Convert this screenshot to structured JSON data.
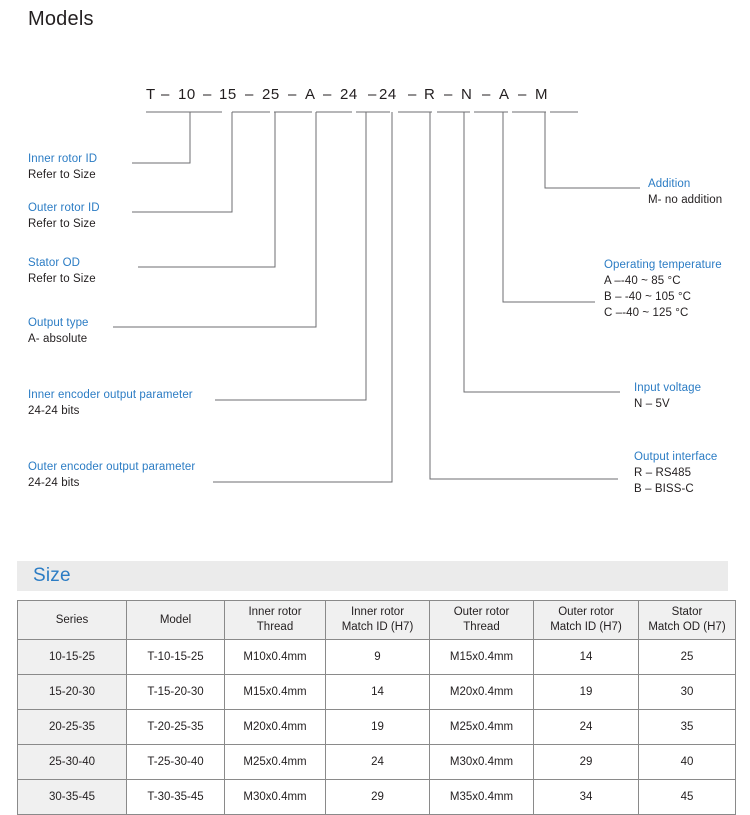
{
  "sections": {
    "models_heading": "Models",
    "size_heading": "Size"
  },
  "model_code": {
    "segments": [
      "T",
      "10",
      "15",
      "25",
      "A",
      "24",
      "24",
      "R",
      "N",
      "A",
      "M"
    ],
    "separator": "–"
  },
  "callouts_left": [
    {
      "id": "inner-rotor-id",
      "title": "Inner rotor ID",
      "sub": [
        "Refer to Size"
      ]
    },
    {
      "id": "outer-rotor-id",
      "title": "Outer rotor ID",
      "sub": [
        "Refer to Size"
      ]
    },
    {
      "id": "stator-od",
      "title": "Stator OD",
      "sub": [
        "Refer to Size"
      ]
    },
    {
      "id": "output-type",
      "title": "Output type",
      "sub": [
        "A- absolute"
      ]
    },
    {
      "id": "inner-encoder-output-parameter",
      "title": "Inner encoder output parameter",
      "sub": [
        "24-24 bits"
      ]
    },
    {
      "id": "outer-encoder-output-parameter",
      "title": "Outer encoder output parameter",
      "sub": [
        "24-24 bits"
      ]
    }
  ],
  "callouts_right": [
    {
      "id": "addition",
      "title": "Addition",
      "sub": [
        "M- no addition"
      ]
    },
    {
      "id": "operating-temperature",
      "title": "Operating temperature",
      "sub": [
        "A –-40 ~ 85 °C",
        "B – -40 ~ 105 °C",
        "C –-40 ~ 125 °C"
      ]
    },
    {
      "id": "input-voltage",
      "title": "Input voltage",
      "sub": [
        "N – 5V"
      ]
    },
    {
      "id": "output-interface",
      "title": "Output interface",
      "sub": [
        "R – RS485",
        "B – BISS-C"
      ]
    }
  ],
  "size_table": {
    "headers": [
      {
        "l1": "Series",
        "l2": ""
      },
      {
        "l1": "Model",
        "l2": ""
      },
      {
        "l1": "Inner rotor",
        "l2": "Thread"
      },
      {
        "l1": "Inner rotor",
        "l2": "Match ID (H7)"
      },
      {
        "l1": "Outer rotor",
        "l2": "Thread"
      },
      {
        "l1": "Outer rotor",
        "l2": "Match ID (H7)"
      },
      {
        "l1": "Stator",
        "l2": "Match OD (H7)"
      }
    ],
    "rows": [
      [
        "10-15-25",
        "T-10-15-25",
        "M10x0.4mm",
        "9",
        "M15x0.4mm",
        "14",
        "25"
      ],
      [
        "15-20-30",
        "T-15-20-30",
        "M15x0.4mm",
        "14",
        "M20x0.4mm",
        "19",
        "30"
      ],
      [
        "20-25-35",
        "T-20-25-35",
        "M20x0.4mm",
        "19",
        "M25x0.4mm",
        "24",
        "35"
      ],
      [
        "25-30-40",
        "T-25-30-40",
        "M25x0.4mm",
        "24",
        "M30x0.4mm",
        "29",
        "40"
      ],
      [
        "30-35-45",
        "T-30-35-45",
        "M30x0.4mm",
        "29",
        "M35x0.4mm",
        "34",
        "45"
      ]
    ]
  },
  "colors": {
    "accent_blue": "#2b7cc4",
    "text_dark": "#231f20",
    "bar_gray": "#ebebeb",
    "line_gray": "#6d6e71"
  }
}
